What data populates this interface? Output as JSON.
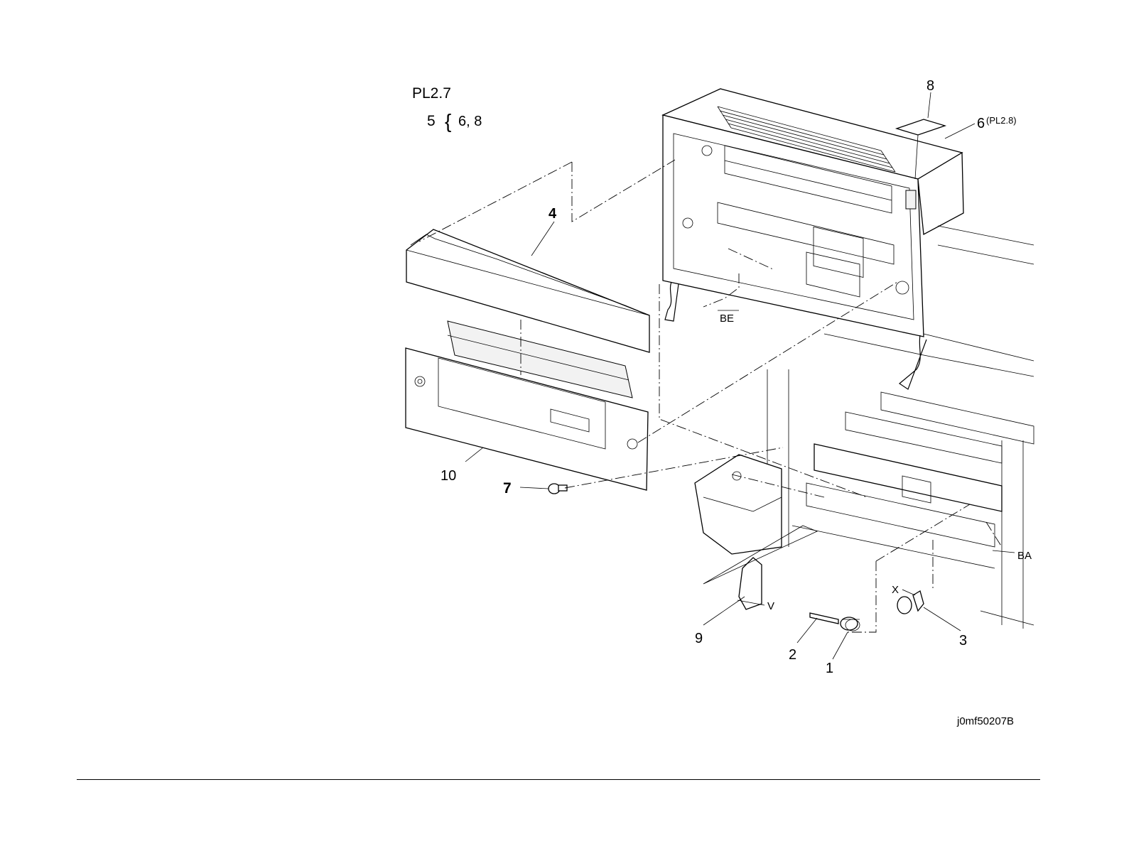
{
  "header": {
    "plate_ref": "PL2.7",
    "kit_number": "5",
    "kit_brace": "{",
    "kit_contents": "6, 8"
  },
  "callouts": {
    "c1": "1",
    "c2": "2",
    "c3": "3",
    "c4": "4",
    "c6": "6",
    "c6_ref": "(PL2.8)",
    "c7": "7",
    "c8": "8",
    "c9": "9",
    "c10": "10"
  },
  "reference_letters": {
    "be": "BE",
    "ba": "BA",
    "x": "X",
    "v": "V"
  },
  "figure_id": "j0mf50207B"
}
